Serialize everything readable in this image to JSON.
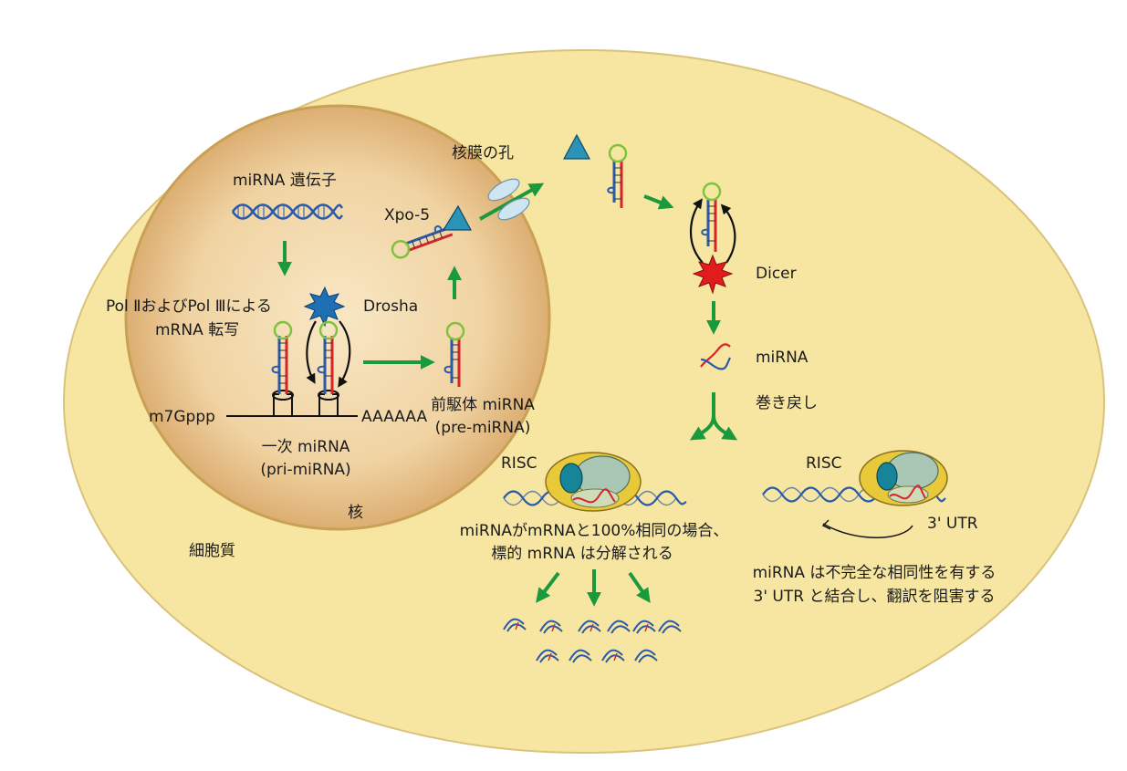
{
  "labels": {
    "mirna_gene": "miRNA 遺伝子",
    "transcription_1": "Pol ⅡおよびPol Ⅲによる",
    "transcription_2": "mRNA 転写",
    "drosha": "Drosha",
    "m7gppp": "m7Gppp",
    "polya": "AAAAAA",
    "pri_1": "一次 miRNA",
    "pri_2": "(pri-miRNA)",
    "nucleus": "核",
    "pre_1": "前駆体 miRNA",
    "pre_2": "(pre-miRNA)",
    "xpo5": "Xpo-5",
    "nuclear_pore": "核膜の孔",
    "dicer": "Dicer",
    "mirna": "miRNA",
    "unwinding": "巻き戻し",
    "risc_left": "RISC",
    "risc_right": "RISC",
    "utr": "3' UTR",
    "cleavage_1": "miRNAがmRNAと100%相同の場合、",
    "cleavage_2": "標的 mRNA は分解される",
    "repression_1": "miRNA は不完全な相同性を有する",
    "repression_2": "3' UTR と結合し、翻訳を阻害する",
    "cytoplasm": "細胞質"
  },
  "colors": {
    "cell": "#f7e6a2",
    "cell_edge": "#d9c27a",
    "nucleus_center": "#f6dfb4",
    "nucleus_edge": "#dcae72",
    "nucleus_rim": "#caa055",
    "arrow": "#1a9a3c",
    "dna": "#2a5aa8",
    "rna_red": "#d8232a",
    "rna_blue": "#2a5aa8",
    "loop": "#7ec23e",
    "drosha": "#1f6fb4",
    "dicer": "#e01c1c",
    "xpo5": "#2b92b8",
    "pore": "#cfe6f2",
    "risc_outer": "#e7c93a",
    "risc_teal": "#17849a",
    "risc_green": "#a9c7b4"
  }
}
